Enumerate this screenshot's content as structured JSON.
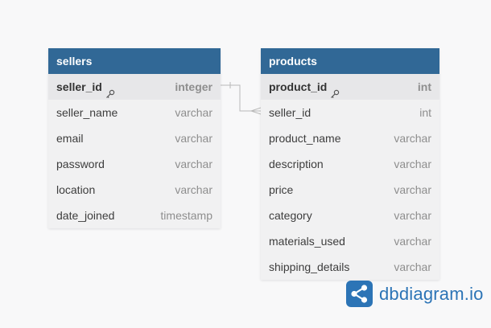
{
  "tables": {
    "sellers": {
      "title": "sellers",
      "columns": [
        {
          "name": "seller_id",
          "type": "integer",
          "pk": true
        },
        {
          "name": "seller_name",
          "type": "varchar"
        },
        {
          "name": "email",
          "type": "varchar"
        },
        {
          "name": "password",
          "type": "varchar"
        },
        {
          "name": "location",
          "type": "varchar"
        },
        {
          "name": "date_joined",
          "type": "timestamp"
        }
      ]
    },
    "products": {
      "title": "products",
      "columns": [
        {
          "name": "product_id",
          "type": "int",
          "pk": true
        },
        {
          "name": "seller_id",
          "type": "int"
        },
        {
          "name": "product_name",
          "type": "varchar"
        },
        {
          "name": "description",
          "type": "varchar"
        },
        {
          "name": "price",
          "type": "varchar"
        },
        {
          "name": "category",
          "type": "varchar"
        },
        {
          "name": "materials_used",
          "type": "varchar"
        },
        {
          "name": "shipping_details",
          "type": "varchar"
        }
      ]
    }
  },
  "relationship": {
    "from": "sellers.seller_id",
    "to": "products.seller_id",
    "type": "one-to-many"
  },
  "brand": {
    "text": "dbdiagram.io",
    "logo_color": "#2c74b6"
  }
}
